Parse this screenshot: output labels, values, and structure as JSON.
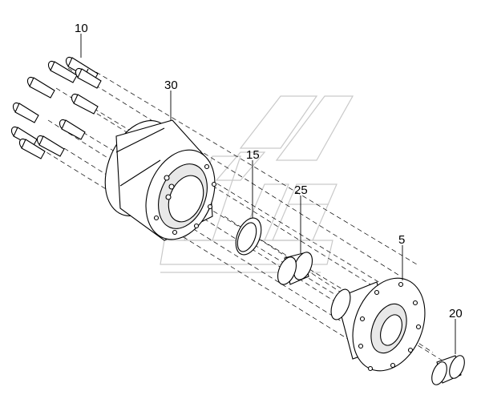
{
  "diagram": {
    "callouts": [
      {
        "id": "10",
        "text": "10"
      },
      {
        "id": "30",
        "text": "30"
      },
      {
        "id": "15",
        "text": "15"
      },
      {
        "id": "25",
        "text": "25"
      },
      {
        "id": "5",
        "text": "5"
      },
      {
        "id": "20",
        "text": "20"
      }
    ],
    "parts": [
      "bolts",
      "brake-drum",
      "seal-ring",
      "bearing-ring",
      "wheel-hub",
      "cap"
    ]
  }
}
